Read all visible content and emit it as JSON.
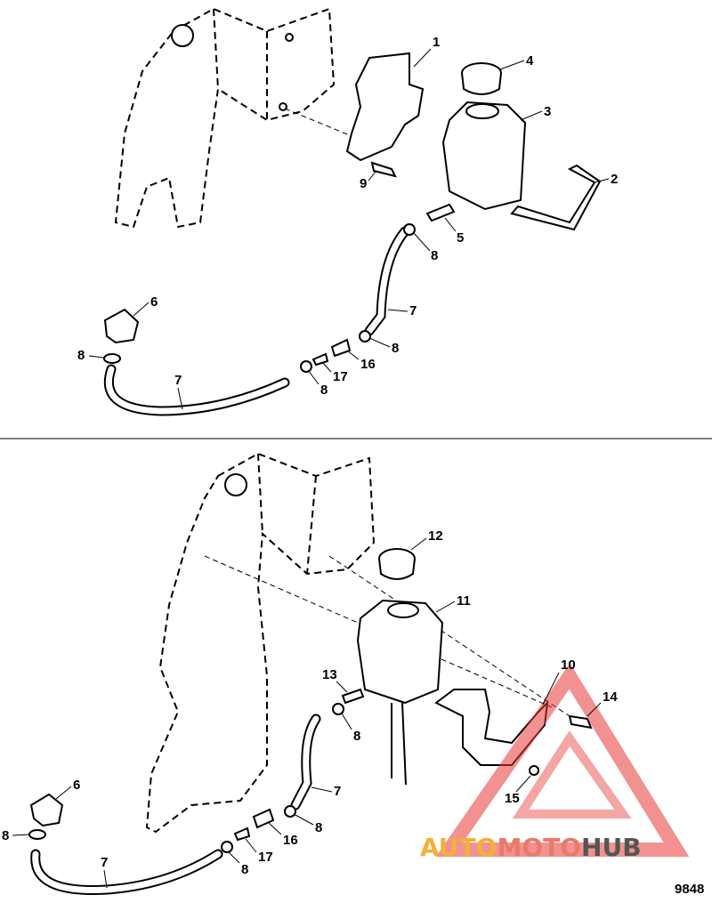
{
  "callouts_top": {
    "c1": "1",
    "c2": "2",
    "c3": "3",
    "c4": "4",
    "c5": "5",
    "c6": "6",
    "c7a": "7",
    "c7b": "7",
    "c8a": "8",
    "c8b": "8",
    "c8c": "8",
    "c8d": "8",
    "c9": "9",
    "c16": "16",
    "c17": "17"
  },
  "callouts_bottom": {
    "c6": "6",
    "c7a": "7",
    "c7b": "7",
    "c8a": "8",
    "c8b": "8",
    "c8c": "8",
    "c8d": "8",
    "c10": "10",
    "c11": "11",
    "c12": "12",
    "c13": "13",
    "c14": "14",
    "c15": "15",
    "c16": "16",
    "c17": "17"
  },
  "figure_number": "9848",
  "watermark": {
    "part1": "AUTO",
    "part2": "MOTO",
    "part3": "HUB"
  },
  "colors": {
    "watermark_red": "#e53935",
    "watermark_orange": "#f2b13a",
    "watermark_gray": "#555555"
  }
}
